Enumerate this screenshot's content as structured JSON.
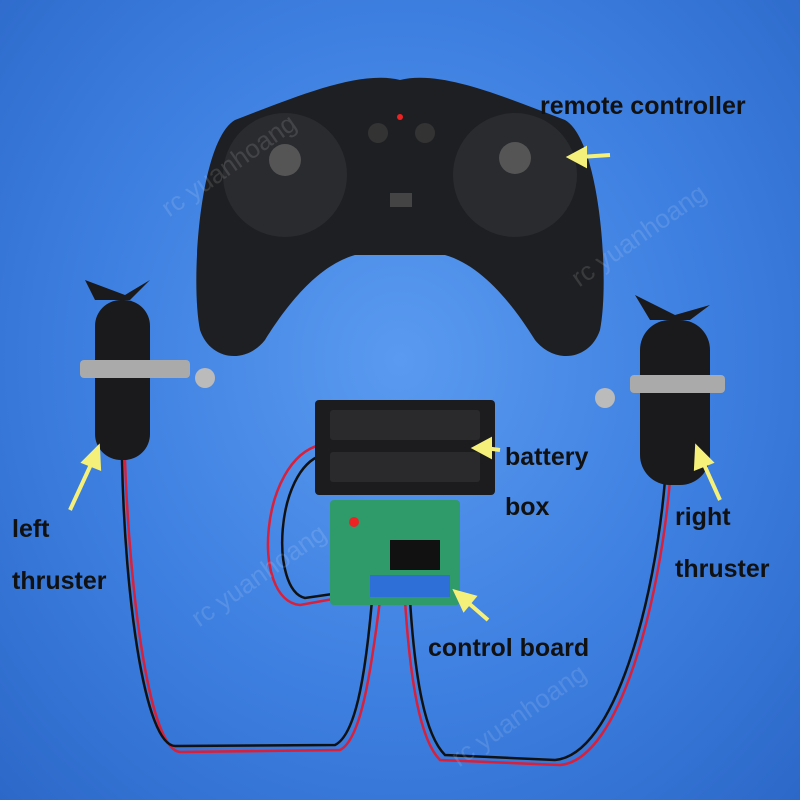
{
  "labels": {
    "remote_controller": "remote controller",
    "battery": "battery",
    "box": "box",
    "left": "left",
    "left_thruster": "thruster",
    "right": "right",
    "right_thruster": "thruster",
    "control_board": "control board"
  },
  "watermark": "rc yuanhoang",
  "colors": {
    "background": "#3d7fe0",
    "arrow": "#f5f07a",
    "device": "#1e1f22",
    "pcb": "#2f9a6a",
    "wire_red": "#d8203a"
  }
}
